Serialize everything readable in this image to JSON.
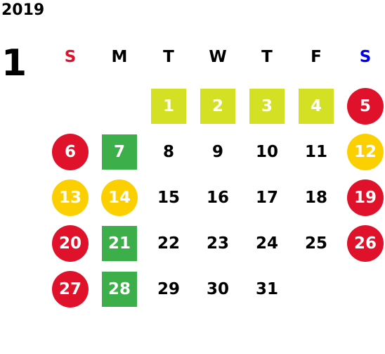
{
  "calendar": {
    "year": "2019",
    "month": "1",
    "weekdays": [
      {
        "label": "S",
        "color": "#e0112b"
      },
      {
        "label": "M",
        "color": "#000000"
      },
      {
        "label": "T",
        "color": "#000000"
      },
      {
        "label": "W",
        "color": "#000000"
      },
      {
        "label": "T",
        "color": "#000000"
      },
      {
        "label": "F",
        "color": "#000000"
      },
      {
        "label": "S",
        "color": "#0000ee"
      }
    ],
    "days": [
      {
        "day": "1",
        "style": "rect-lime"
      },
      {
        "day": "2",
        "style": "rect-lime"
      },
      {
        "day": "3",
        "style": "rect-lime"
      },
      {
        "day": "4",
        "style": "rect-lime"
      },
      {
        "day": "5",
        "style": "circle-red"
      },
      {
        "day": "6",
        "style": "circle-red"
      },
      {
        "day": "7",
        "style": "rect-green"
      },
      {
        "day": "8",
        "style": "plain"
      },
      {
        "day": "9",
        "style": "plain"
      },
      {
        "day": "10",
        "style": "plain"
      },
      {
        "day": "11",
        "style": "plain"
      },
      {
        "day": "12",
        "style": "circle-yellow"
      },
      {
        "day": "13",
        "style": "circle-yellow"
      },
      {
        "day": "14",
        "style": "circle-yellow"
      },
      {
        "day": "15",
        "style": "plain"
      },
      {
        "day": "16",
        "style": "plain"
      },
      {
        "day": "17",
        "style": "plain"
      },
      {
        "day": "18",
        "style": "plain"
      },
      {
        "day": "19",
        "style": "circle-red"
      },
      {
        "day": "20",
        "style": "circle-red"
      },
      {
        "day": "21",
        "style": "rect-green"
      },
      {
        "day": "22",
        "style": "plain"
      },
      {
        "day": "23",
        "style": "plain"
      },
      {
        "day": "24",
        "style": "plain"
      },
      {
        "day": "25",
        "style": "plain"
      },
      {
        "day": "26",
        "style": "circle-red"
      },
      {
        "day": "27",
        "style": "circle-red"
      },
      {
        "day": "28",
        "style": "rect-green"
      },
      {
        "day": "29",
        "style": "plain"
      },
      {
        "day": "30",
        "style": "plain"
      },
      {
        "day": "31",
        "style": "plain"
      }
    ],
    "first_weekday_index": 2
  }
}
